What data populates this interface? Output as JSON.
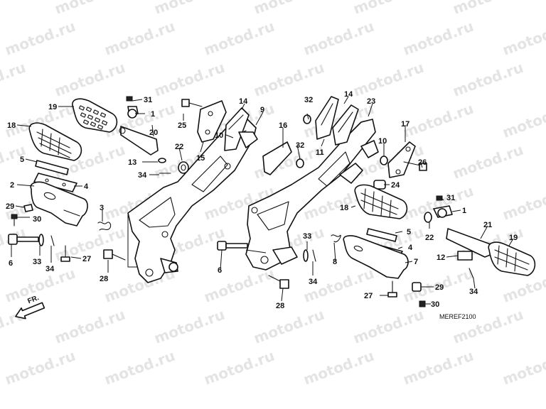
{
  "watermark": "motod.ru",
  "diagram_code": "MEREF2100",
  "front_arrow": {
    "label": "FR."
  },
  "callouts": {
    "left": [
      "19",
      "18",
      "5",
      "2",
      "4",
      "29",
      "30",
      "3",
      "6",
      "33",
      "34",
      "27",
      "28",
      "31",
      "1",
      "20",
      "13",
      "34",
      "22",
      "25",
      "15",
      "10",
      "14",
      "9",
      "16",
      "32",
      "8"
    ],
    "right": [
      "32",
      "11",
      "14",
      "23",
      "17",
      "10",
      "26",
      "24",
      "18",
      "31",
      "1",
      "5",
      "22",
      "4",
      "21",
      "19",
      "12",
      "34",
      "7",
      "29",
      "30",
      "27",
      "33",
      "34",
      "6",
      "28"
    ]
  },
  "labels": [
    {
      "id": "c19a",
      "text": "19"
    },
    {
      "id": "c18a",
      "text": "18"
    },
    {
      "id": "c5a",
      "text": "5"
    },
    {
      "id": "c2a",
      "text": "2"
    },
    {
      "id": "c4a",
      "text": "4"
    },
    {
      "id": "c29a",
      "text": "29"
    },
    {
      "id": "c30a",
      "text": "30"
    },
    {
      "id": "c3a",
      "text": "3"
    },
    {
      "id": "c6a",
      "text": "6"
    },
    {
      "id": "c33a",
      "text": "33"
    },
    {
      "id": "c34a",
      "text": "34"
    },
    {
      "id": "c27a",
      "text": "27"
    },
    {
      "id": "c28a",
      "text": "28"
    },
    {
      "id": "c31a",
      "text": "31"
    },
    {
      "id": "c1a",
      "text": "1"
    },
    {
      "id": "c20a",
      "text": "20"
    },
    {
      "id": "c13a",
      "text": "13"
    },
    {
      "id": "c34b",
      "text": "34"
    },
    {
      "id": "c22a",
      "text": "22"
    },
    {
      "id": "c25a",
      "text": "25"
    },
    {
      "id": "c15a",
      "text": "15"
    },
    {
      "id": "c10a",
      "text": "10"
    },
    {
      "id": "c14a",
      "text": "14"
    },
    {
      "id": "c9a",
      "text": "9"
    },
    {
      "id": "c16a",
      "text": "16"
    },
    {
      "id": "c32a",
      "text": "32"
    },
    {
      "id": "c8a",
      "text": "8"
    },
    {
      "id": "c32b",
      "text": "32"
    },
    {
      "id": "c11a",
      "text": "11"
    },
    {
      "id": "c14b",
      "text": "14"
    },
    {
      "id": "c23a",
      "text": "23"
    },
    {
      "id": "c17a",
      "text": "17"
    },
    {
      "id": "c10b",
      "text": "10"
    },
    {
      "id": "c26a",
      "text": "26"
    },
    {
      "id": "c24a",
      "text": "24"
    },
    {
      "id": "c18b",
      "text": "18"
    },
    {
      "id": "c31b",
      "text": "31"
    },
    {
      "id": "c1b",
      "text": "1"
    },
    {
      "id": "c5b",
      "text": "5"
    },
    {
      "id": "c22b",
      "text": "22"
    },
    {
      "id": "c4b",
      "text": "4"
    },
    {
      "id": "c21a",
      "text": "21"
    },
    {
      "id": "c19b",
      "text": "19"
    },
    {
      "id": "c12a",
      "text": "12"
    },
    {
      "id": "c34c",
      "text": "34"
    },
    {
      "id": "c7a",
      "text": "7"
    },
    {
      "id": "c29b",
      "text": "29"
    },
    {
      "id": "c30b",
      "text": "30"
    },
    {
      "id": "c27b",
      "text": "27"
    },
    {
      "id": "c33b",
      "text": "33"
    },
    {
      "id": "c34d",
      "text": "34"
    },
    {
      "id": "c6b",
      "text": "6"
    },
    {
      "id": "c28b",
      "text": "28"
    }
  ]
}
